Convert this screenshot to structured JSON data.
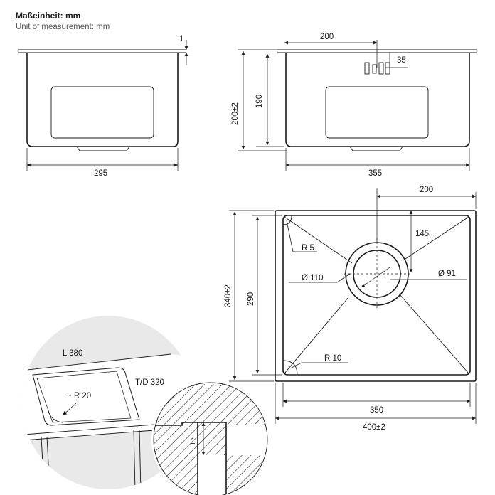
{
  "header": {
    "unit_label_de": "Maßeinheit: mm",
    "unit_label_en": "Unit of measurement: mm"
  },
  "side_view": {
    "rim_thickness": "1",
    "width": "295"
  },
  "front_view": {
    "drain_offset": "200",
    "overflow_height": "35",
    "total_height": "200±2",
    "inner_depth": "190",
    "width": "355"
  },
  "top_view": {
    "drain_offset_x": "200",
    "drain_offset_y": "145",
    "corner_radius_top": "R 5",
    "drain_outer": "Ø 110",
    "drain_inner": "Ø 91",
    "corner_radius_bottom": "R 10",
    "outer_depth": "340±2",
    "inner_depth": "290",
    "inner_width": "350",
    "outer_width": "400±2"
  },
  "detail": {
    "cutout_length": "L 380",
    "cutout_depth": "T/D 320",
    "cutout_radius": "~ R 20",
    "edge_offset": "1"
  }
}
